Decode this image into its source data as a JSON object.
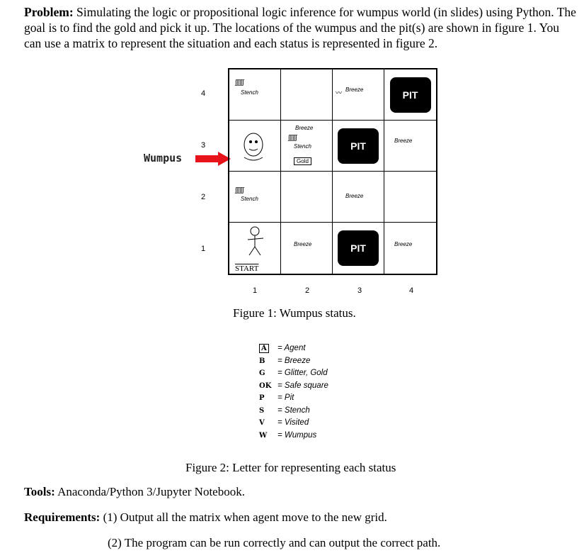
{
  "problem": {
    "label": "Problem:",
    "text": " Simulating the logic or propositional logic inference for wumpus world (in slides) using Python. The goal is to find the gold and pick it up. The locations of the wumpus and the pit(s) are shown in figure 1. You can use a matrix to represent the situation and each status is represented in figure 2."
  },
  "figure1": {
    "row_labels": [
      "4",
      "3",
      "2",
      "1"
    ],
    "col_labels": [
      "1",
      "2",
      "3",
      "4"
    ],
    "wumpus_label": "Wumpus",
    "pit_label": "PIT",
    "breeze_label": "Breeze",
    "stench_label": "Stench",
    "gold_label": "Gold",
    "start_label": "START",
    "caption": "Figure 1: Wumpus status."
  },
  "legend": [
    {
      "letter": "A",
      "desc": "= Agent"
    },
    {
      "letter": "B",
      "desc": "= Breeze"
    },
    {
      "letter": "G",
      "desc": "= Glitter, Gold"
    },
    {
      "letter": "OK",
      "desc": "= Safe square"
    },
    {
      "letter": "P",
      "desc": "= Pit"
    },
    {
      "letter": "S",
      "desc": "= Stench"
    },
    {
      "letter": "V",
      "desc": "= Visited"
    },
    {
      "letter": "W",
      "desc": "= Wumpus"
    }
  ],
  "figure2_caption": "Figure 2: Letter for representing each status",
  "tools": {
    "label": "Tools:",
    "text": " Anaconda/Python 3/Jupyter Notebook."
  },
  "requirements": {
    "label": "Requirements:",
    "item1": " (1) Output all the matrix when agent move to the new grid.",
    "item2": "(2) The program can be run correctly and can output the correct path."
  }
}
